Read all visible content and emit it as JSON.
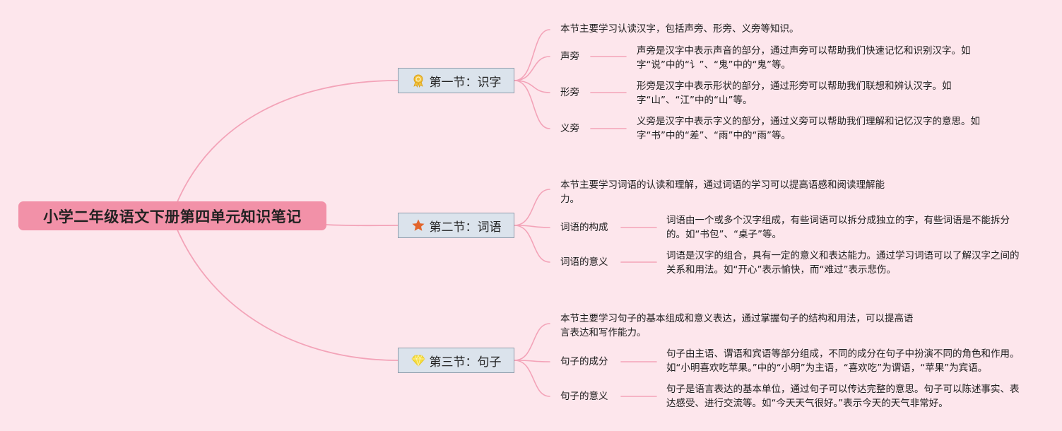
{
  "root": {
    "title": "小学二年级语文下册第四单元知识笔记"
  },
  "sections": [
    {
      "title": "第一节：识字",
      "icon": "ribbon-badge-icon",
      "summary": "本节主要学习认读汉字，包括声旁、形旁、义旁等知识。",
      "items": [
        {
          "label": "声旁",
          "detail": "声旁是汉字中表示声音的部分，通过声旁可以帮助我们快速记忆和识别汉字。如字“说”中的“讠”、“鬼”中的“鬼”等。"
        },
        {
          "label": "形旁",
          "detail": "形旁是汉字中表示形状的部分，通过形旁可以帮助我们联想和辨认汉字。如字“山”、“江”中的“山”等。"
        },
        {
          "label": "义旁",
          "detail": "义旁是汉字中表示字义的部分，通过义旁可以帮助我们理解和记忆汉字的意思。如字“书”中的“差”、“雨”中的“雨”等。"
        }
      ]
    },
    {
      "title": "第二节：词语",
      "icon": "star-icon",
      "summary": "本节主要学习词语的认读和理解，通过词语的学习可以提高语感和阅读理解能力。",
      "items": [
        {
          "label": "词语的构成",
          "detail": "词语由一个或多个汉字组成，有些词语可以拆分成独立的字，有些词语是不能拆分的。如“书包”、“桌子”等。"
        },
        {
          "label": "词语的意义",
          "detail": "词语是汉字的组合，具有一定的意义和表达能力。通过学习词语可以了解汉字之间的关系和用法。如“开心”表示愉快，而“难过”表示悲伤。"
        }
      ]
    },
    {
      "title": "第三节：句子",
      "icon": "gem-icon",
      "summary": "本节主要学习句子的基本组成和意义表达，通过掌握句子的结构和用法，可以提高语言表达和写作能力。",
      "items": [
        {
          "label": "句子的成分",
          "detail": "句子由主语、谓语和宾语等部分组成，不同的成分在句子中扮演不同的角色和作用。如“小明喜欢吃苹果。”中的“小明”为主语，“喜欢吃”为谓语，“苹果”为宾语。"
        },
        {
          "label": "句子的意义",
          "detail": "句子是语言表达的基本单位，通过句子可以传达完整的意思。句子可以陈述事实、表达感受、进行交流等。如“今天天气很好。”表示今天的天气非常好。"
        }
      ]
    }
  ],
  "colors": {
    "background": "#fde6ec",
    "root_fill": "#f291a8",
    "branch_line": "#f3a3b8",
    "section_fill": "#dbe3ec",
    "section_border": "#8f9cab",
    "ribbon_icon": "#f2c23a",
    "star_icon": "#e2652c",
    "gem_icon": "#f5dd3d"
  }
}
